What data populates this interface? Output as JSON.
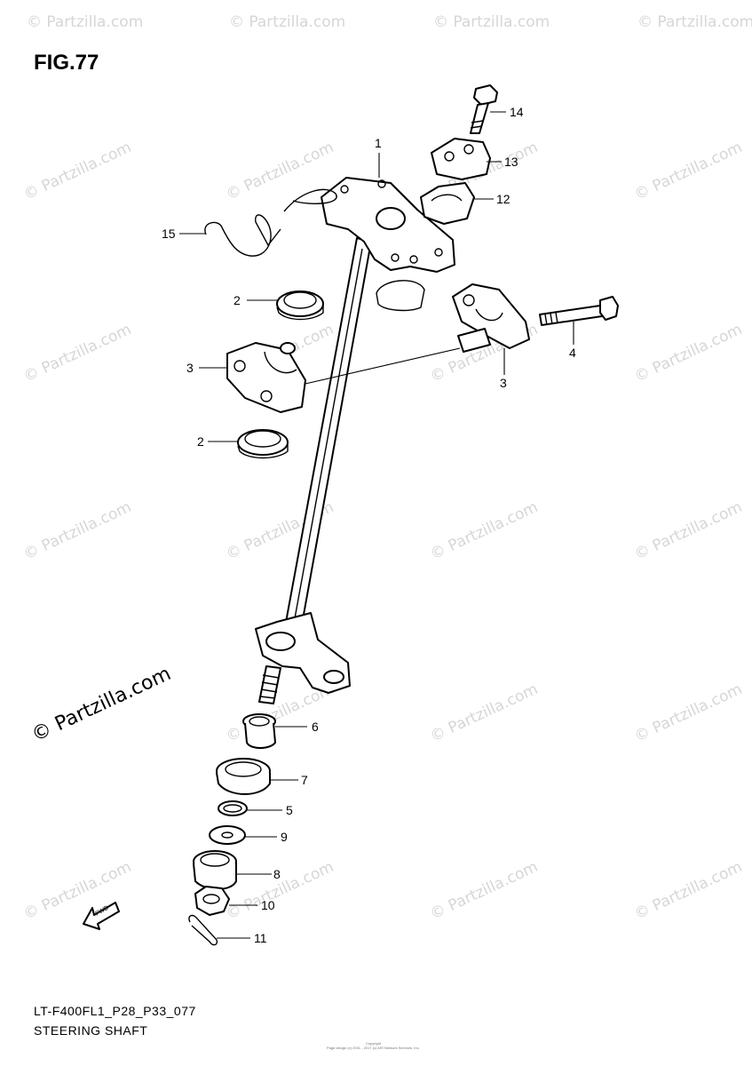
{
  "figure": {
    "label": "FIG.77"
  },
  "watermark": {
    "text": "© Partzilla.com"
  },
  "callouts": {
    "c1": "1",
    "c2a": "2",
    "c2b": "2",
    "c3a": "3",
    "c3b": "3",
    "c4": "4",
    "c5": "5",
    "c6": "6",
    "c7": "7",
    "c8": "8",
    "c9": "9",
    "c10": "10",
    "c11": "11",
    "c12": "12",
    "c13": "13",
    "c14": "14",
    "c15": "15"
  },
  "footer": {
    "model_code": "LT-F400FL1_P28_P33_077",
    "section_title": "STEERING SHAFT",
    "copyright_line1": "Copyright",
    "copyright_line2": "Page design (c) 2001 - 2017 (c) ARI Network Services, Inc."
  },
  "fwd_icon": {
    "icon": "fwd-arrow-icon",
    "label": "FWD"
  }
}
